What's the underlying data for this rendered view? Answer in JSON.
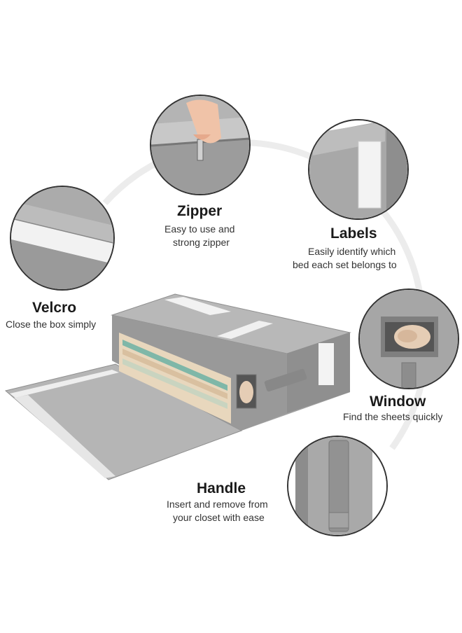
{
  "features": {
    "zipper": {
      "title": "Zipper",
      "desc_line1": "Easy to use and",
      "desc_line2": "strong zipper"
    },
    "labels": {
      "title": "Labels",
      "desc_line1": "Easily identify which",
      "desc_line2": "bed each set belongs to"
    },
    "velcro": {
      "title": "Velcro",
      "desc_line1": "Close the box simply"
    },
    "window": {
      "title": "Window",
      "desc_line1": "Find the sheets quickly"
    },
    "handle": {
      "title": "Handle",
      "desc_line1": "Insert and remove from",
      "desc_line2": "your closet with ease"
    }
  },
  "colors": {
    "fabric_gray": "#9a9a9a",
    "fabric_light": "#b9b9b9",
    "fabric_dark": "#7d7d7d",
    "label_white": "#f2f2f2",
    "outline": "#333333",
    "arc": "#ececec"
  },
  "icons": [
    "zipper-closeup",
    "labels-closeup",
    "velcro-closeup",
    "window-closeup",
    "handle-closeup",
    "storage-box-product"
  ]
}
